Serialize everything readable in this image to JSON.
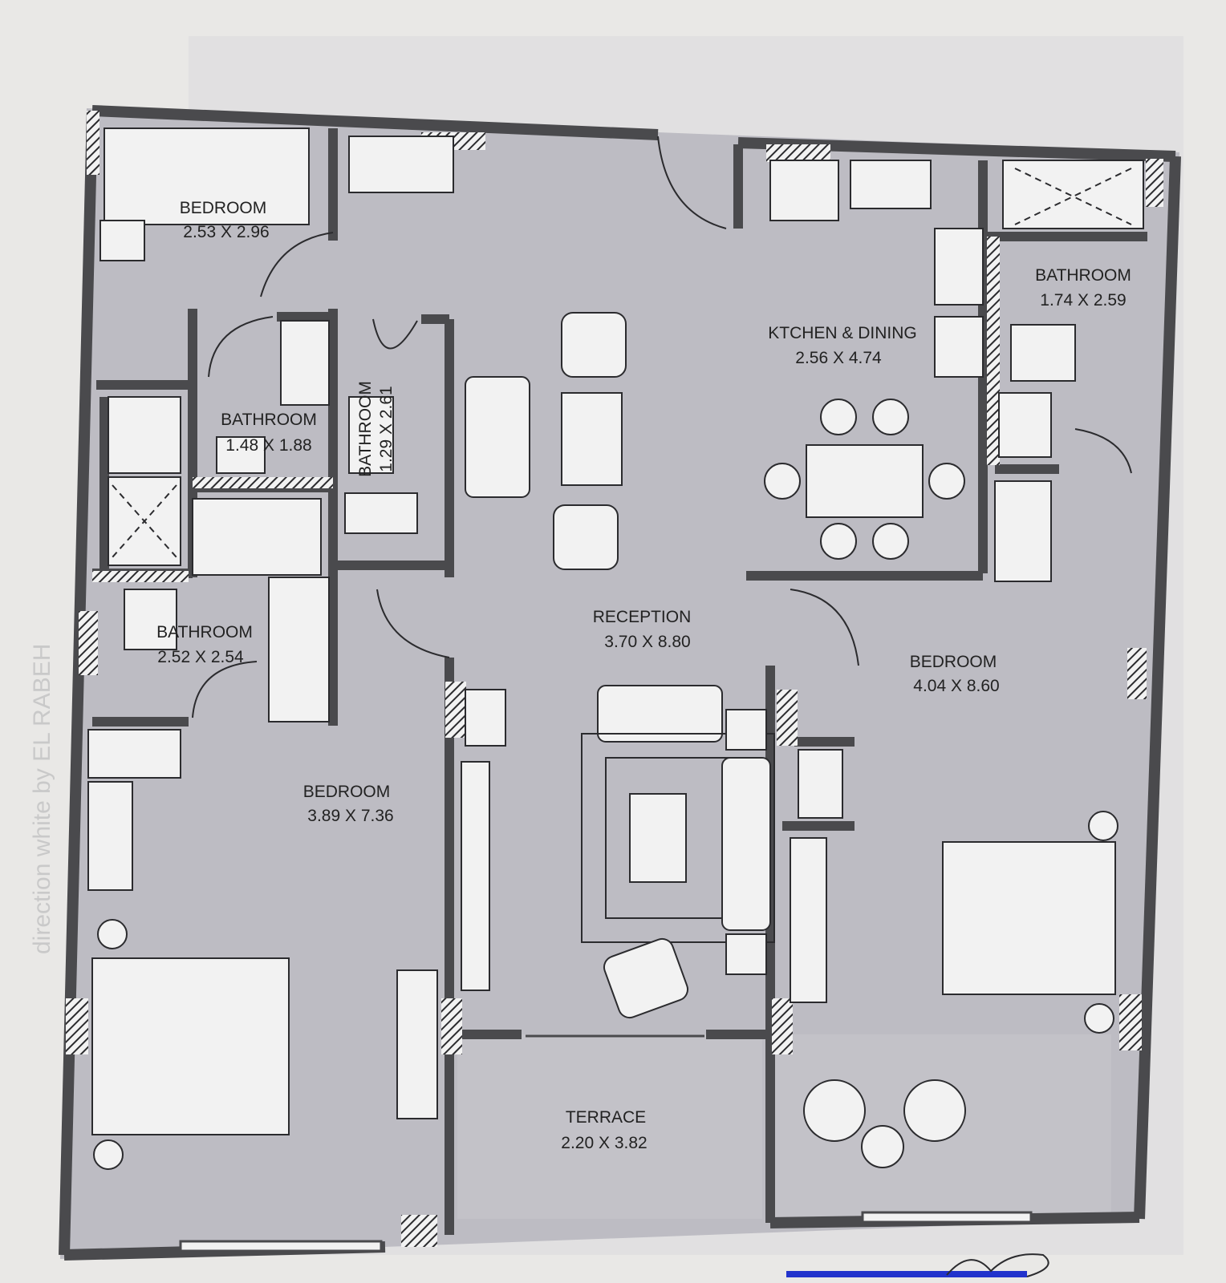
{
  "colors": {
    "paper": "#e9e8e6",
    "floor": "#bdbcc3",
    "floor_light": "#d4d3d8",
    "wall": "#4a4a4d",
    "wall_dark": "#2b2b2e",
    "fixture": "#f2f2f2",
    "signature_blue": "#2233cc"
  },
  "rooms": [
    {
      "id": "bedroom-1",
      "name": "BEDROOM",
      "dims": "2.53 X 2.96"
    },
    {
      "id": "bathroom-1",
      "name": "BATHROOM",
      "dims": "1.48 X 1.88"
    },
    {
      "id": "bathroom-2",
      "name": "BATHROOM",
      "dims": "1.29 X 2.61"
    },
    {
      "id": "bathroom-3",
      "name": "BATHROOM",
      "dims": "2.52 X 2.54"
    },
    {
      "id": "bedroom-2",
      "name": "BEDROOM",
      "dims": "3.89 X 7.36"
    },
    {
      "id": "reception",
      "name": "RECEPTION",
      "dims": "3.70 X 8.80"
    },
    {
      "id": "kitchen",
      "name": "KTCHEN & DINING",
      "dims": "2.56 X 4.74"
    },
    {
      "id": "bathroom-4",
      "name": "BATHROOM",
      "dims": "1.74 X 2.59"
    },
    {
      "id": "bedroom-3",
      "name": "BEDROOM",
      "dims": "4.04 X 8.60"
    },
    {
      "id": "terrace",
      "name": "TERRACE",
      "dims": "2.20 X 3.82"
    }
  ],
  "watermark": "direction white by EL RABEH"
}
